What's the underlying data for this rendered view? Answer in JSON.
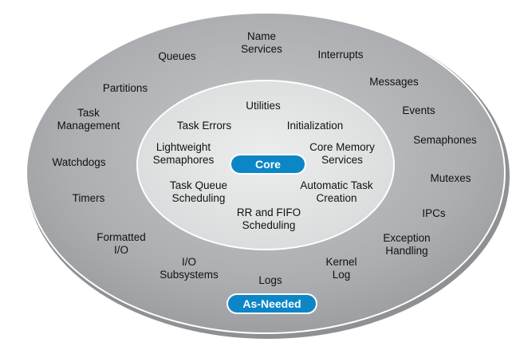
{
  "diagram": {
    "core_badge": "Core",
    "as_needed_badge": "As-Needed",
    "colors": {
      "outer_fill": "#a8aaad",
      "inner_fill": "#e1e2e3",
      "badge_fill": "#0c86c6",
      "badge_text": "#ffffff"
    },
    "core_items": {
      "utilities": "Utilities",
      "task_errors": "Task Errors",
      "initialization": "Initialization",
      "lightweight_semaphores": "Lightweight\nSemaphores",
      "core_memory_services": "Core Memory\nServices",
      "task_queue_scheduling": "Task Queue\nScheduling",
      "automatic_task_creation": "Automatic Task\nCreation",
      "rr_fifo_scheduling": "RR and FIFO\nScheduling"
    },
    "as_needed_items": {
      "name_services": "Name\nServices",
      "queues": "Queues",
      "interrupts": "Interrupts",
      "partitions": "Partitions",
      "messages": "Messages",
      "task_management": "Task\nManagement",
      "events": "Events",
      "semaphones": "Semaphones",
      "watchdogs": "Watchdogs",
      "mutexes": "Mutexes",
      "timers": "Timers",
      "ipcs": "IPCs",
      "formatted_io": "Formatted\nI/O",
      "exception_handling": "Exception\nHandling",
      "io_subsystems": "I/O\nSubsystems",
      "kernel_log": "Kernel\nLog",
      "logs": "Logs"
    }
  }
}
